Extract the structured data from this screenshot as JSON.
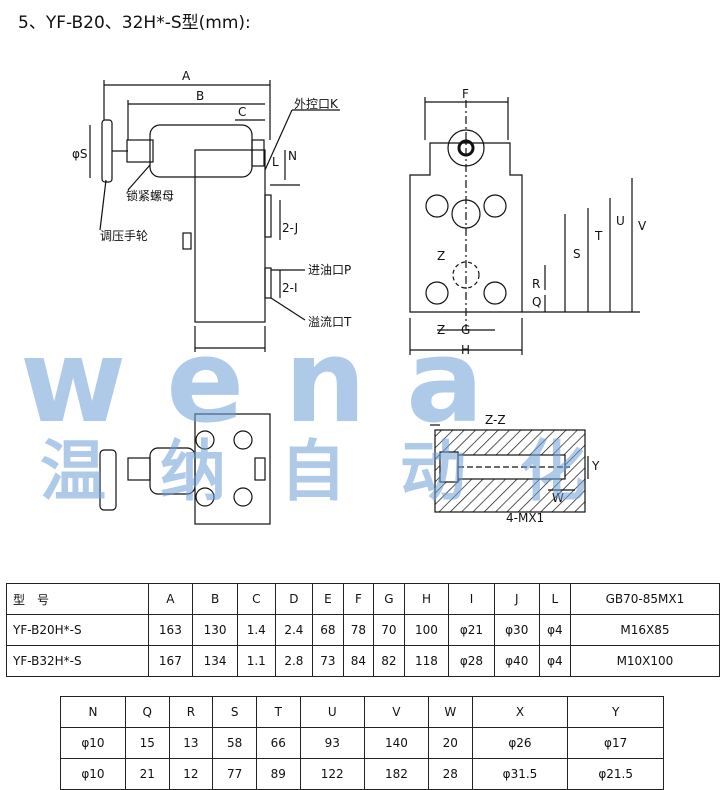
{
  "heading": "5、YF-B20、32H*-S型(mm):",
  "watermark": {
    "latin": "wena",
    "chinese": "温纳自动化"
  },
  "drawing_labels": {
    "A": "A",
    "B": "B",
    "C": "C",
    "phiS": "φS",
    "N": "N",
    "L": "L",
    "J2": "2-J",
    "I2": "2-I",
    "F": "F",
    "Z": "Z",
    "G": "G",
    "H": "H",
    "S": "S",
    "T": "T",
    "U": "U",
    "V": "V",
    "R": "R",
    "Q": "Q",
    "ZZ": "Z-Z",
    "Y": "Y",
    "W": "W",
    "mx": "4-MX1"
  },
  "callouts": {
    "external_control": "外控口K",
    "lock_nut": "锁紧螺母",
    "handwheel": "调压手轮",
    "inlet": "进油口P",
    "overflow": "溢流口T"
  },
  "table1": {
    "headers": [
      "型　号",
      "A",
      "B",
      "C",
      "D",
      "E",
      "F",
      "G",
      "H",
      "I",
      "J",
      "L",
      "GB70-85MX1"
    ],
    "rows": [
      [
        "YF-B20H*-S",
        "163",
        "130",
        "1.4",
        "2.4",
        "68",
        "78",
        "70",
        "100",
        "φ21",
        "φ30",
        "φ4",
        "M16X85"
      ],
      [
        "YF-B32H*-S",
        "167",
        "134",
        "1.1",
        "2.8",
        "73",
        "84",
        "82",
        "118",
        "φ28",
        "φ40",
        "φ4",
        "M10X100"
      ]
    ]
  },
  "table2": {
    "headers": [
      "N",
      "Q",
      "R",
      "S",
      "T",
      "U",
      "V",
      "W",
      "X",
      "Y"
    ],
    "rows": [
      [
        "φ10",
        "15",
        "13",
        "58",
        "66",
        "93",
        "140",
        "20",
        "φ26",
        "φ17"
      ],
      [
        "φ10",
        "21",
        "12",
        "77",
        "89",
        "122",
        "182",
        "28",
        "φ31.5",
        "φ21.5"
      ]
    ]
  }
}
